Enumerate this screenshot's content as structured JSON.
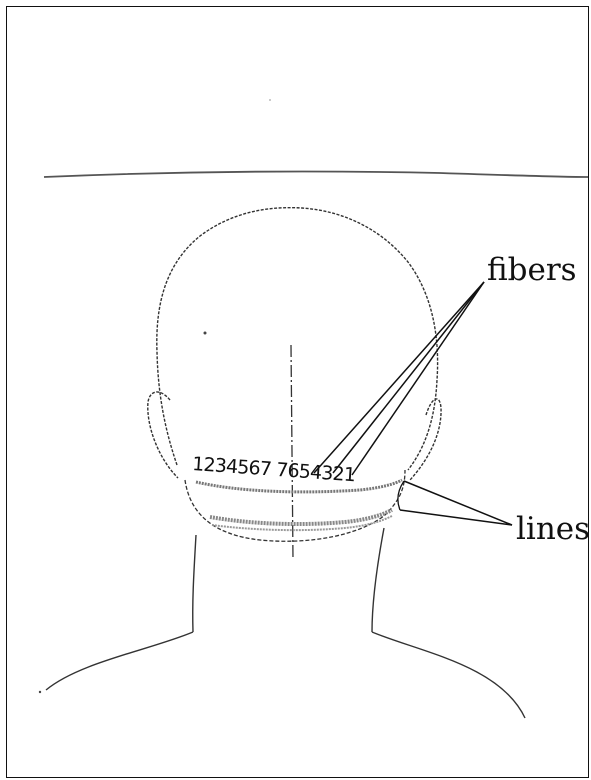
{
  "labels": {
    "fibers": "fibers",
    "lines": "lines",
    "fiber_numbers": "1234567 7654321"
  }
}
